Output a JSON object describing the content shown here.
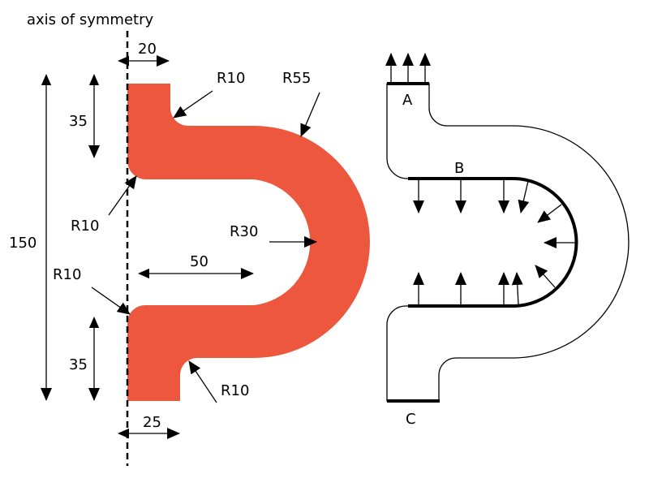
{
  "colors": {
    "part_fill": "#ec573d",
    "line": "#000000"
  },
  "left_diagram": {
    "axis_label": "axis of symmetry",
    "dimensions": {
      "top_width": "20",
      "bottom_width": "25",
      "top_leg_height": "35",
      "bottom_leg_height": "35",
      "total_height": "150",
      "inner_straight": "50"
    },
    "radii": {
      "top_inner_fillet": "R10",
      "top_outer_fillet": "R10",
      "bottom_outer_fillet": "R10",
      "bottom_inner_fillet": "R10",
      "outer_bend": "R55",
      "inner_bend": "R30"
    }
  },
  "right_diagram": {
    "boundaries": {
      "a": "A",
      "b": "B",
      "c": "C"
    }
  }
}
